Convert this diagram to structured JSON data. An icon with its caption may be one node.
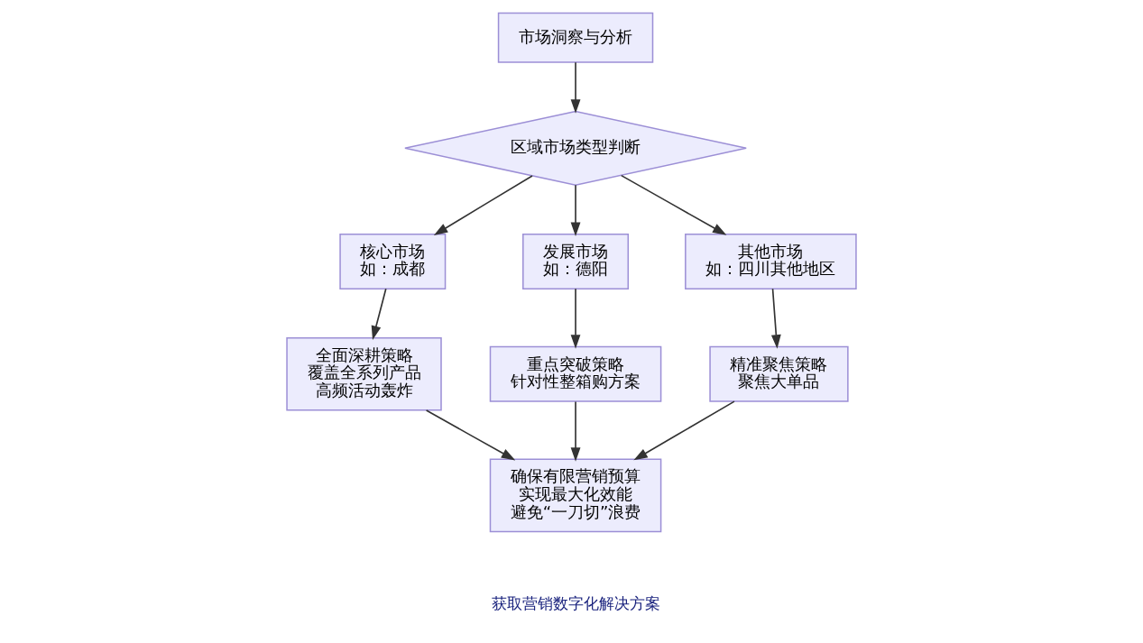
{
  "diagram": {
    "nodes": [
      {
        "text": [
          "市场洞察与分析"
        ]
      },
      {
        "text": [
          "区域市场类型判断"
        ]
      },
      {
        "text": [
          "核心市场",
          "如：成都"
        ]
      },
      {
        "text": [
          "发展市场",
          "如：德阳"
        ]
      },
      {
        "text": [
          "其他市场",
          "如：四川其他地区"
        ]
      },
      {
        "text": [
          "全面深耕策略",
          "覆盖全系列产品",
          "高频活动轰炸"
        ]
      },
      {
        "text": [
          "重点突破策略",
          "针对性整箱购方案"
        ]
      },
      {
        "text": [
          "精准聚焦策略",
          "聚焦大单品"
        ]
      },
      {
        "text": [
          "确保有限营销预算",
          "实现最大化效能",
          "避免“一刀切”浪费"
        ]
      }
    ],
    "edges": [
      {
        "from": 0,
        "to": 1,
        "arrow": "to"
      },
      {
        "from": 1,
        "to": 2,
        "arrow": "to"
      },
      {
        "from": 1,
        "to": 3,
        "arrow": "to"
      },
      {
        "from": 1,
        "to": 4,
        "arrow": "to"
      },
      {
        "from": 2,
        "to": 5,
        "arrow": "to"
      },
      {
        "from": 3,
        "to": 6,
        "arrow": "to"
      },
      {
        "from": 4,
        "to": 7,
        "arrow": "to"
      },
      {
        "from": 5,
        "to": 8,
        "arrow": "to"
      },
      {
        "from": 6,
        "to": 8,
        "arrow": "to"
      },
      {
        "from": 7,
        "to": 8,
        "arrow": "to"
      }
    ],
    "labels": [
      "获取营销数字化解决方案"
    ]
  }
}
